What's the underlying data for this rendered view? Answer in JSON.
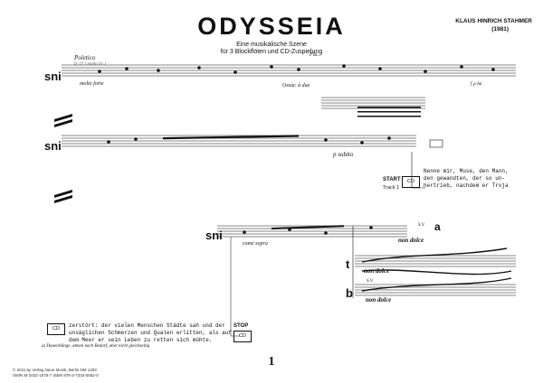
{
  "header": {
    "title": "ODYSSEIA",
    "subtitle_lines": [
      "Eine musikalische Szene",
      "für 3 Blockflöten und CD-Zuspielung"
    ],
    "composer": "KLAUS HINRICH STAHMER",
    "year": "(1981)"
  },
  "system1": {
    "instrument": "sni",
    "tempo": "Poletico",
    "marks": [
      "(ℓ ∅ 2 molto rit.)",
      "molto forte",
      "Fla...",
      "Ossia: à due",
      "f ℘ hà"
    ]
  },
  "system2": {
    "instrument": "sni",
    "dynamic": "p subito",
    "start_label": "START",
    "track_label": "Track 1",
    "cd_label": "CD",
    "text_lines": [
      "Nenne mir, Muse, den Mann,",
      "den gewandten, der so un-",
      "hertrieb, nachdem er Troja"
    ]
  },
  "system3": {
    "instruments": [
      "sni",
      "t",
      "b"
    ],
    "marks": [
      "come sopra",
      "non dolce",
      "non dolce",
      "non dolce",
      "S.V.",
      "S.V.",
      "a"
    ],
    "cd_label": "CD",
    "stop_label": "STOP",
    "text_lines": [
      "zerstört: der vielen Menschen Städte sah und der",
      "unsäglichen Schmerzen und Qualen erlitten, als auf",
      "dem Meer er sein Leben zu retten sich mühte."
    ],
    "footnote": "a) Dauerklänge, atmen nach Bedarf, aber nicht gleichzeitig"
  },
  "page_number": "1",
  "footer": {
    "lines": [
      "© 2011 by Verlag Neue Musik, Berlin    NM 1283",
      "ISMN M-2032-1578-7    ISBN 978-3-7333-0582-0"
    ]
  }
}
